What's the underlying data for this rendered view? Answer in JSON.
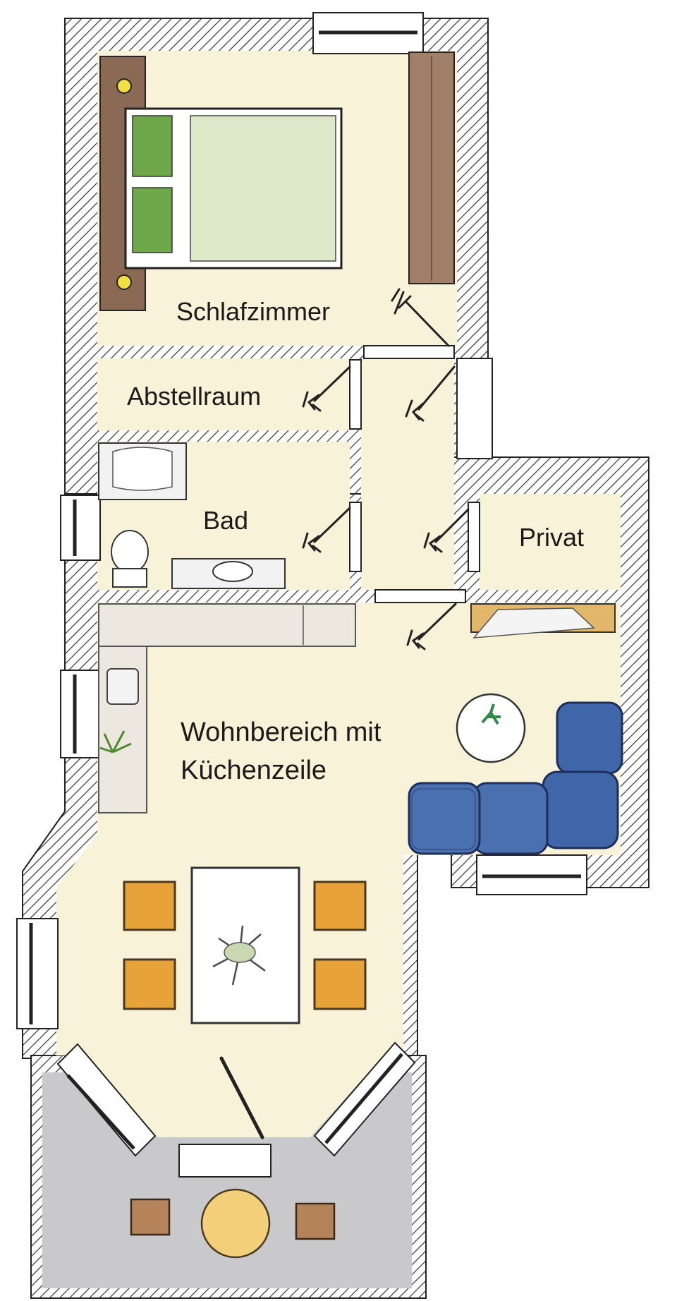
{
  "rooms": {
    "schlafzimmer": "Schlafzimmer",
    "abstellraum": "Abstellraum",
    "bad": "Bad",
    "privat": "Privat",
    "wohnbereich_line1": "Wohnbereich mit",
    "wohnbereich_line2": "Küchenzeile"
  },
  "colors": {
    "floor": "#f8f2d8",
    "wall_hatch": "#333333",
    "balcony": "#c9c9cc",
    "wood": "#8a6a55",
    "sofa": "#3f66a8",
    "chair": "#e8a23a",
    "bed_green": "#6fa84a"
  }
}
